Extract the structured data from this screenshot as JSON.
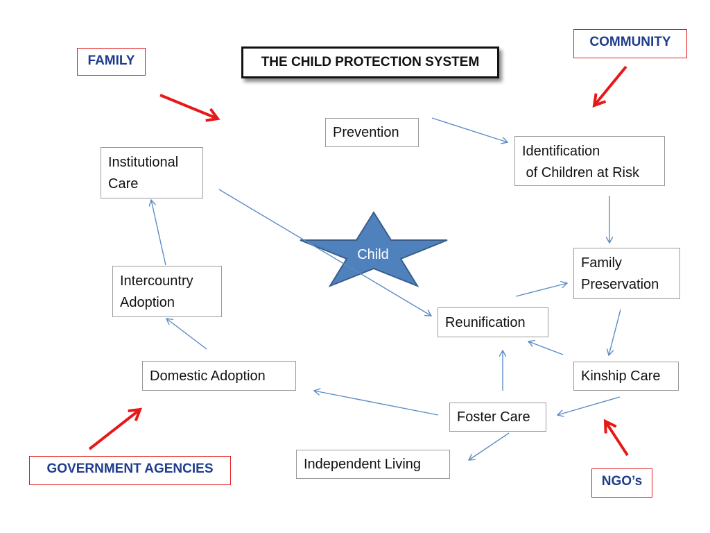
{
  "title": "THE CHILD PROTECTION SYSTEM",
  "center": {
    "label": "Child",
    "color": "#4f81bd"
  },
  "actors": {
    "family": "FAMILY",
    "community": "COMMUNITY",
    "government": "GOVERNMENT AGENCIES",
    "ngos": "NGO’s"
  },
  "nodes": {
    "prevention": "Prevention",
    "identification_line1": "Identification",
    "identification_line2": " of Children at Risk",
    "family_preservation_line1": "Family",
    "family_preservation_line2": "Preservation",
    "kinship_care": "Kinship Care",
    "reunification": "Reunification",
    "foster_care": "Foster Care",
    "independent_living": "Independent Living",
    "domestic_adoption": "Domestic Adoption",
    "intercountry_adoption_line1": "Intercountry",
    "intercountry_adoption_line2": "Adoption",
    "institutional_care_line1": "Institutional",
    "institutional_care_line2": "Care"
  },
  "colors": {
    "flow_arrow": "#5b8cc6",
    "actor_arrow": "#e81818",
    "actor_text": "#1f3c8c",
    "actor_border": "#e02020"
  }
}
